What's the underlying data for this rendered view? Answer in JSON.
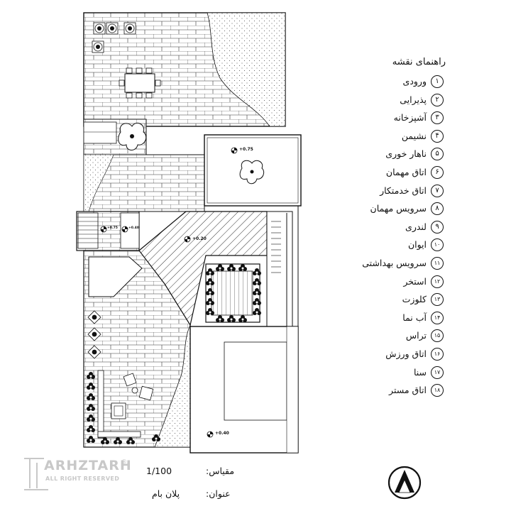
{
  "legend": {
    "title": "راهنمای نقشه",
    "items": [
      {
        "num": "1",
        "label": "ورودی"
      },
      {
        "num": "2",
        "label": "پذیرایی"
      },
      {
        "num": "3",
        "label": "آشپزخانه"
      },
      {
        "num": "4",
        "label": "نشیمن"
      },
      {
        "num": "5",
        "label": "ناهار خوری"
      },
      {
        "num": "6",
        "label": "اتاق مهمان"
      },
      {
        "num": "7",
        "label": "اتاق خدمتکار"
      },
      {
        "num": "8",
        "label": "سرویس مهمان"
      },
      {
        "num": "9",
        "label": "لندری"
      },
      {
        "num": "10",
        "label": "ایوان"
      },
      {
        "num": "11",
        "label": "سرویس بهداشتی"
      },
      {
        "num": "12",
        "label": "استخر"
      },
      {
        "num": "13",
        "label": "کلوزت"
      },
      {
        "num": "14",
        "label": "آب نما"
      },
      {
        "num": "15",
        "label": "تراس"
      },
      {
        "num": "16",
        "label": "اتاق ورزش"
      },
      {
        "num": "17",
        "label": "سنا"
      },
      {
        "num": "18",
        "label": "اتاق مستر"
      }
    ]
  },
  "title_block": {
    "scale_label": "مقیاس:",
    "scale_value": "1/100",
    "title_label": "عنوان:",
    "title_value": "پلان بام"
  },
  "elevations": {
    "upper_room": "+0.75",
    "stair_left": "+0.75",
    "stair_right": "+0.40",
    "deck": "+0.20",
    "lower_room": "+0.40"
  },
  "logo": {
    "name": "ARHZTARH",
    "subtitle": "ALL RIGHT RESERVED",
    "mark": "®"
  },
  "north_arrow": {
    "icon": "north-arrow-icon"
  }
}
